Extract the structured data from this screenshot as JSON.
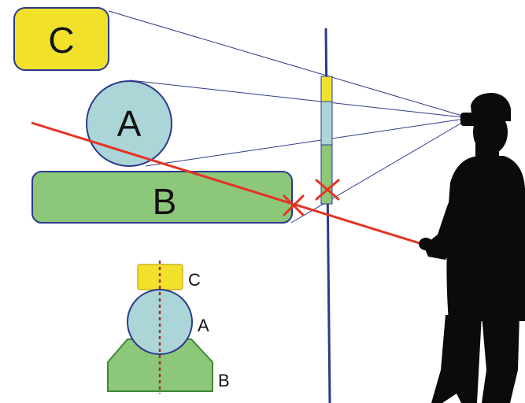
{
  "labels": {
    "box_c": "C",
    "circle_a": "A",
    "slab_b": "B",
    "inset_c": "C",
    "inset_a": "A",
    "inset_b": "B"
  },
  "colors": {
    "yellow": "#f1e12b",
    "light_blue": "#acd5d7",
    "green": "#8dc77a",
    "outline_blue": "#2b3a8c",
    "sight_line": "#2e3b86",
    "ray_red": "#e53224",
    "dotted_red": "#a0302a",
    "figure": "#0b0b0b"
  },
  "icons": {
    "intersection_marker": "x-mark-icon",
    "user": "person-silhouette-icon"
  }
}
